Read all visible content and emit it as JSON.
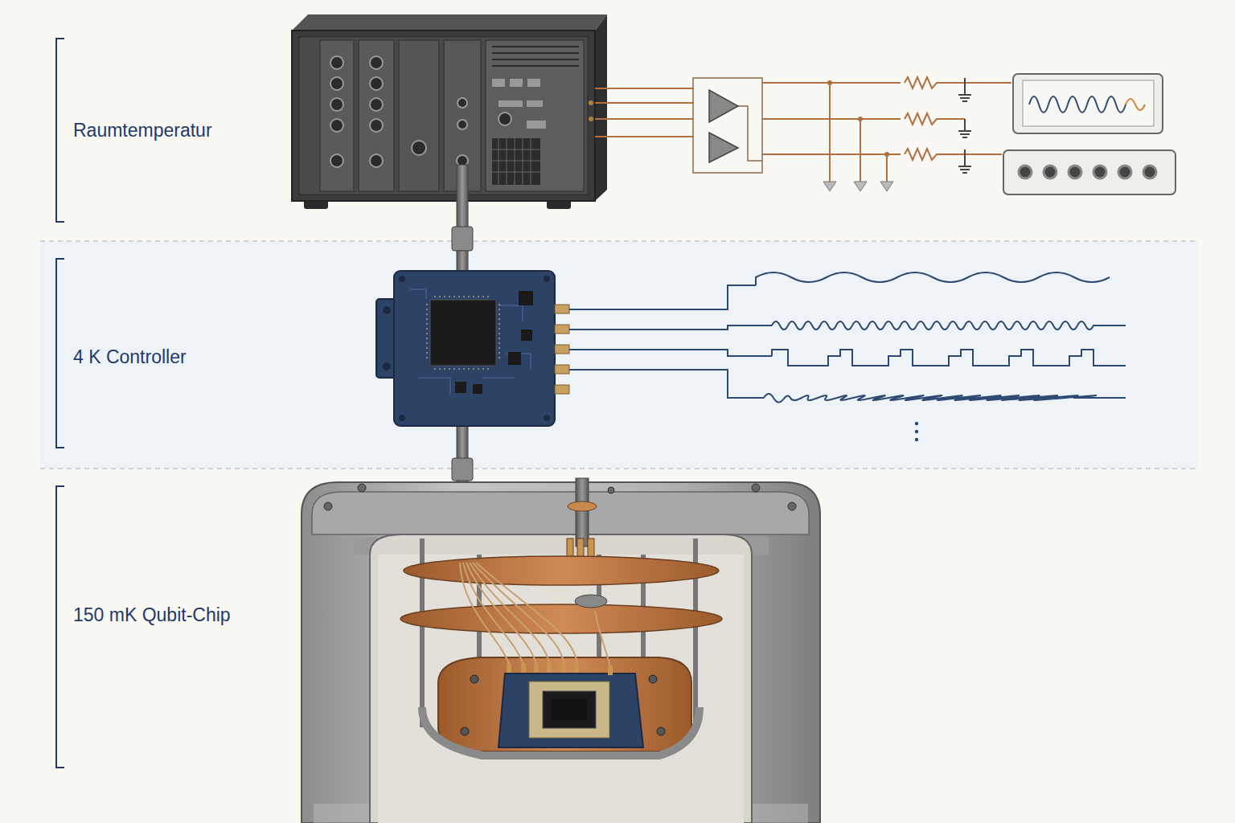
{
  "diagram": {
    "labels": [
      "Raumtemperatur",
      "4 K Controller",
      "150 mK Qubit-Chip"
    ]
  }
}
